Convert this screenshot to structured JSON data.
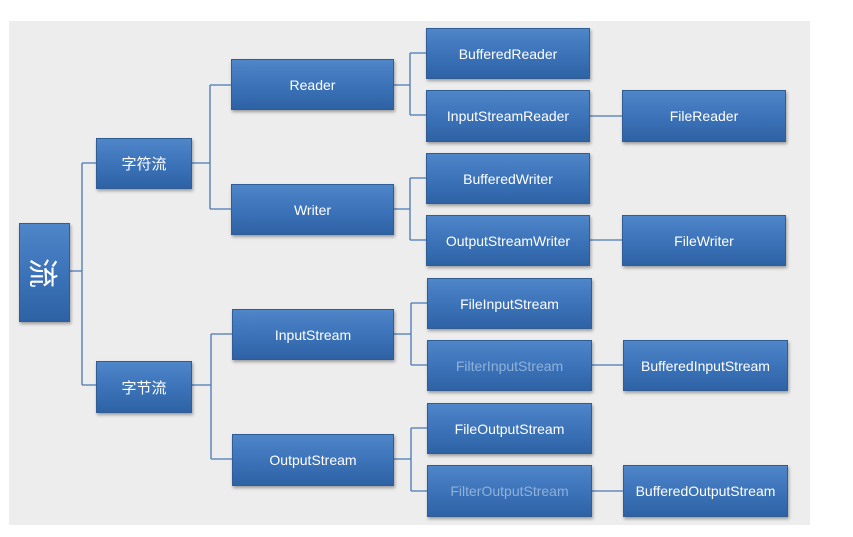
{
  "colors": {
    "node_fill": "#3e75bb",
    "connector": "#4a78b5",
    "background": "#ededed"
  },
  "root": {
    "label": "流"
  },
  "char_stream": {
    "label": "字符流",
    "reader": {
      "label": "Reader",
      "buffered_reader": "BufferedReader",
      "input_stream_reader": "InputStreamReader",
      "file_reader": "FileReader"
    },
    "writer": {
      "label": "Writer",
      "buffered_writer": "BufferedWriter",
      "output_stream_writer": "OutputStreamWriter",
      "file_writer": "FileWriter"
    }
  },
  "byte_stream": {
    "label": "字节流",
    "input_stream": {
      "label": "InputStream",
      "file_input_stream": "FileInputStream",
      "filter_input_stream": "FilterInputStream",
      "buffered_input_stream": "BufferedInputStream"
    },
    "output_stream": {
      "label": "OutputStream",
      "file_output_stream": "FileOutputStream",
      "filter_output_stream": "FilterOutputStream",
      "buffered_output_stream": "BufferedOutputStream"
    }
  }
}
